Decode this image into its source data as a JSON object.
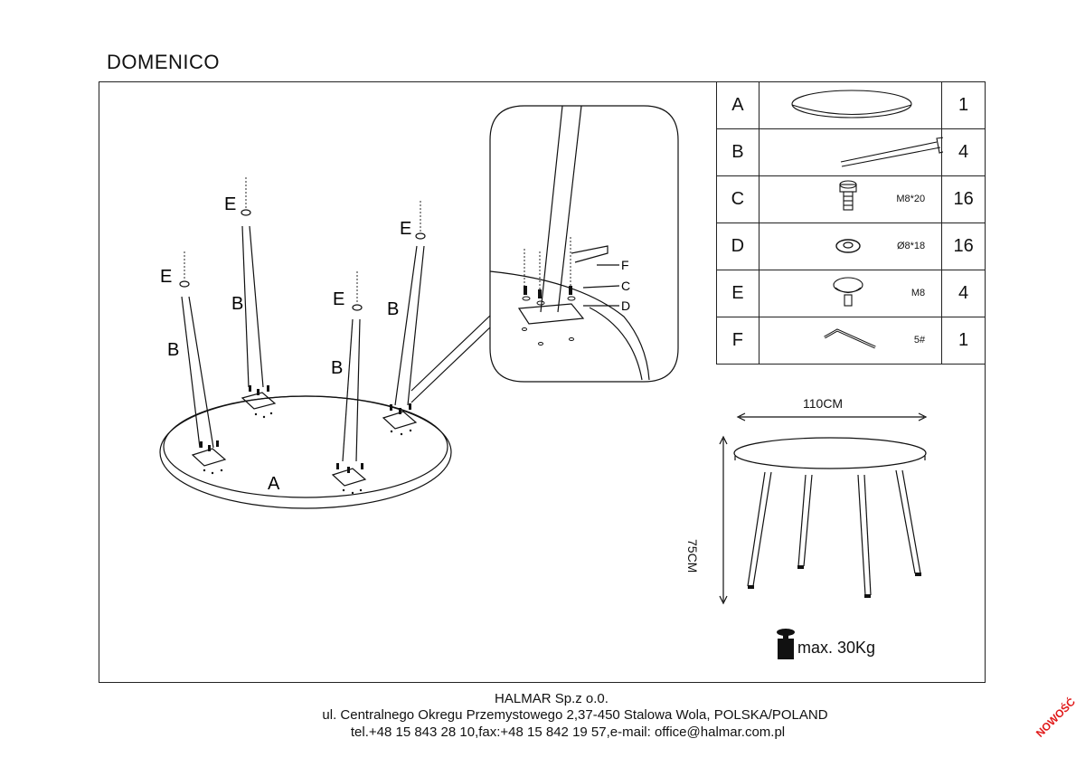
{
  "title": "DOMENICO",
  "callouts": {
    "e": "E",
    "b": "B",
    "a": "A",
    "c": "C",
    "d": "D",
    "f": "F"
  },
  "parts": [
    {
      "letter": "A",
      "icon": "round-tabletop-icon",
      "spec": "",
      "qty": "1"
    },
    {
      "letter": "B",
      "icon": "table-leg-icon",
      "spec": "",
      "qty": "4"
    },
    {
      "letter": "C",
      "icon": "bolt-icon",
      "spec": "M8*20",
      "qty": "16"
    },
    {
      "letter": "D",
      "icon": "washer-icon",
      "spec": "Ø8*18",
      "qty": "16"
    },
    {
      "letter": "E",
      "icon": "glide-foot-icon",
      "spec": "M8",
      "qty": "4"
    },
    {
      "letter": "F",
      "icon": "allen-key-icon",
      "spec": "5#",
      "qty": "1"
    }
  ],
  "dimensions": {
    "width": "110CM",
    "height": "75CM"
  },
  "max_load": "max. 30Kg",
  "footer": {
    "company": "HALMAR Sp.z o.0.",
    "address": "ul. Centralnego Okregu Przemystowego 2,37-450 Stalowa Wola, POLSKA/POLAND",
    "contact": "tel.+48 15 843 28 10,fax:+48 15 842 19 57,e-mail: office@halmar.com.pl"
  },
  "stamp": "NOWOŚĆ"
}
